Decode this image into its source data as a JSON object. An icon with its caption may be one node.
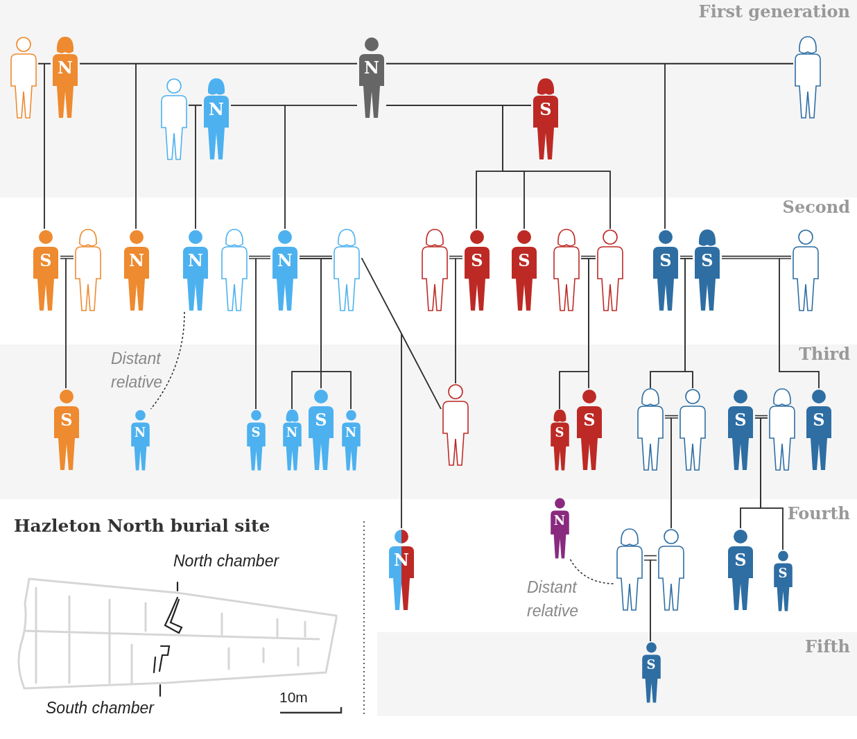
{
  "diagram": {
    "nodes": [
      {
        "text": [],
        "shape": "person"
      },
      {
        "text": [
          "N"
        ]
      },
      {
        "text": [
          "N"
        ]
      },
      {
        "text": [],
        "shape": "person"
      },
      {
        "text": [],
        "shape": "person"
      },
      {
        "text": [
          "N"
        ]
      },
      {
        "text": [
          "S"
        ]
      },
      {
        "text": [
          "S"
        ]
      },
      {
        "text": [],
        "shape": "person"
      },
      {
        "text": [
          "N"
        ]
      },
      {
        "text": [
          "N"
        ]
      },
      {
        "text": [],
        "shape": "person"
      },
      {
        "text": [
          "N"
        ]
      },
      {
        "text": [],
        "shape": "person"
      },
      {
        "text": [],
        "shape": "person"
      },
      {
        "text": [
          "S"
        ]
      },
      {
        "text": [
          "S"
        ]
      },
      {
        "text": [],
        "shape": "person"
      },
      {
        "text": [],
        "shape": "person"
      },
      {
        "text": [
          "S"
        ]
      },
      {
        "text": [
          "S"
        ]
      },
      {
        "text": [],
        "shape": "person"
      },
      {
        "text": [
          "S"
        ]
      },
      {
        "text": [
          "N"
        ]
      },
      {
        "text": [
          "S"
        ]
      },
      {
        "text": [
          "N"
        ]
      },
      {
        "text": [
          "S"
        ]
      },
      {
        "text": [
          "N"
        ]
      },
      {
        "text": [],
        "shape": "person"
      },
      {
        "text": [
          "S"
        ]
      },
      {
        "text": [
          "S"
        ]
      },
      {
        "text": [],
        "shape": "person"
      },
      {
        "text": [],
        "shape": "person"
      },
      {
        "text": [
          "S"
        ]
      },
      {
        "text": [],
        "shape": "person"
      },
      {
        "text": [
          "S"
        ]
      },
      {
        "text": [
          "N"
        ]
      },
      {
        "text": [
          "N"
        ]
      },
      {
        "text": [],
        "shape": "person"
      },
      {
        "text": [],
        "shape": "person"
      },
      {
        "text": [
          "S"
        ]
      },
      {
        "text": [
          "S"
        ]
      },
      {
        "text": [
          "S"
        ]
      }
    ],
    "edges": [
      {
        "from": 0,
        "to": 1,
        "arrow": "none"
      },
      {
        "from": 1,
        "to": 2,
        "arrow": "none"
      },
      {
        "from": 2,
        "to": 3,
        "arrow": "none"
      },
      {
        "from": 4,
        "to": 5,
        "arrow": "none"
      },
      {
        "from": 5,
        "to": 2,
        "arrow": "none"
      },
      {
        "from": 2,
        "to": 6,
        "arrow": "none"
      },
      {
        "from": 7,
        "to": 8,
        "arrow": "none"
      },
      {
        "from": 11,
        "to": 12,
        "arrow": "none"
      },
      {
        "from": 12,
        "to": 13,
        "arrow": "none"
      },
      {
        "from": 14,
        "to": 15,
        "arrow": "none"
      },
      {
        "from": 17,
        "to": 18,
        "arrow": "none"
      },
      {
        "from": 19,
        "to": 20,
        "arrow": "none"
      },
      {
        "from": 20,
        "to": 21,
        "arrow": "none"
      },
      {
        "from": 13,
        "to": 28,
        "arrow": "none"
      },
      {
        "from": 31,
        "to": 32,
        "arrow": "none"
      },
      {
        "from": 33,
        "to": 34,
        "arrow": "none"
      },
      {
        "from": 38,
        "to": 39,
        "arrow": "none"
      },
      {
        "from": 10,
        "to": 23,
        "arrow": "none",
        "label": "Distant relative",
        "style": "dashed"
      },
      {
        "from": 37,
        "to": 38,
        "arrow": "none",
        "label": "Distant relative",
        "style": "dashed"
      },
      {
        "from": 0,
        "to": 7,
        "arrow": "none"
      },
      {
        "from": 1,
        "to": 7,
        "arrow": "none"
      },
      {
        "from": 1,
        "to": 9,
        "arrow": "none"
      },
      {
        "from": 2,
        "to": 9,
        "arrow": "none"
      },
      {
        "from": 4,
        "to": 10,
        "arrow": "none"
      },
      {
        "from": 5,
        "to": 10,
        "arrow": "none"
      },
      {
        "from": 5,
        "to": 12,
        "arrow": "none"
      },
      {
        "from": 2,
        "to": 12,
        "arrow": "none"
      },
      {
        "from": 2,
        "to": 15,
        "arrow": "none"
      },
      {
        "from": 6,
        "to": 15,
        "arrow": "none"
      },
      {
        "from": 2,
        "to": 16,
        "arrow": "none"
      },
      {
        "from": 6,
        "to": 16,
        "arrow": "none"
      },
      {
        "from": 2,
        "to": 18,
        "arrow": "none"
      },
      {
        "from": 6,
        "to": 18,
        "arrow": "none"
      },
      {
        "from": 2,
        "to": 19,
        "arrow": "none"
      },
      {
        "from": 3,
        "to": 19,
        "arrow": "none"
      },
      {
        "from": 7,
        "to": 22,
        "arrow": "none"
      },
      {
        "from": 8,
        "to": 22,
        "arrow": "none"
      },
      {
        "from": 11,
        "to": 24,
        "arrow": "none"
      },
      {
        "from": 12,
        "to": 24,
        "arrow": "none"
      },
      {
        "from": 12,
        "to": 25,
        "arrow": "none"
      },
      {
        "from": 13,
        "to": 25,
        "arrow": "none"
      },
      {
        "from": 12,
        "to": 26,
        "arrow": "none"
      },
      {
        "from": 13,
        "to": 26,
        "arrow": "none"
      },
      {
        "from": 12,
        "to": 27,
        "arrow": "none"
      },
      {
        "from": 13,
        "to": 27,
        "arrow": "none"
      },
      {
        "from": 13,
        "to": 36,
        "arrow": "none"
      },
      {
        "from": 28,
        "to": 36,
        "arrow": "none"
      },
      {
        "from": 14,
        "to": 28,
        "arrow": "none"
      },
      {
        "from": 15,
        "to": 28,
        "arrow": "none"
      },
      {
        "from": 17,
        "to": 29,
        "arrow": "none"
      },
      {
        "from": 18,
        "to": 29,
        "arrow": "none"
      },
      {
        "from": 17,
        "to": 30,
        "arrow": "none"
      },
      {
        "from": 18,
        "to": 30,
        "arrow": "none"
      },
      {
        "from": 19,
        "to": 31,
        "arrow": "none"
      },
      {
        "from": 20,
        "to": 31,
        "arrow": "none"
      },
      {
        "from": 19,
        "to": 32,
        "arrow": "none"
      },
      {
        "from": 20,
        "to": 32,
        "arrow": "none"
      },
      {
        "from": 20,
        "to": 35,
        "arrow": "none"
      },
      {
        "from": 21,
        "to": 35,
        "arrow": "none"
      },
      {
        "from": 31,
        "to": 39,
        "arrow": "none"
      },
      {
        "from": 32,
        "to": 39,
        "arrow": "none"
      },
      {
        "from": 33,
        "to": 40,
        "arrow": "none"
      },
      {
        "from": 34,
        "to": 40,
        "arrow": "none"
      },
      {
        "from": 33,
        "to": 41,
        "arrow": "none"
      },
      {
        "from": 34,
        "to": 41,
        "arrow": "none"
      },
      {
        "from": 38,
        "to": 42,
        "arrow": "none"
      },
      {
        "from": 39,
        "to": 42,
        "arrow": "none"
      }
    ],
    "labels": [
      "First generation",
      "Second",
      "Third",
      "Fourth",
      "Fifth",
      "Hazleton North burial site",
      "North chamber",
      "South chamber",
      "10m"
    ]
  }
}
